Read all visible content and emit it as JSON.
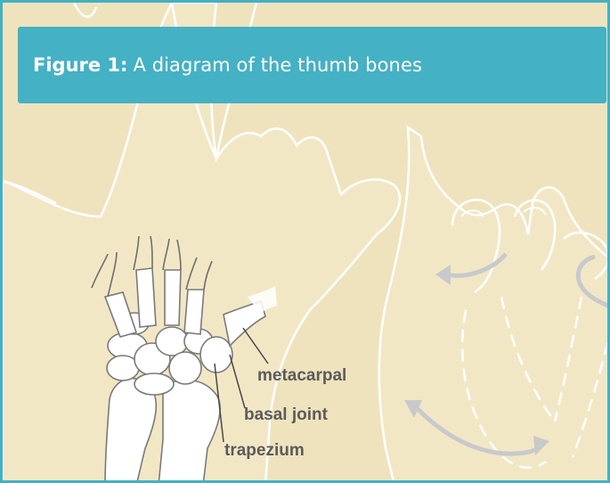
{
  "figure": {
    "prefix": "Figure 1:",
    "title": "A diagram of the thumb bones"
  },
  "labels": {
    "metacarpal": "metacarpal",
    "basal_joint": "basal joint",
    "trapezium": "trapezium"
  },
  "colors": {
    "border": "#44b0c3",
    "banner": "#45b1c4",
    "background": "#eadcaf",
    "hand_fill": "#f1e6c3",
    "bone_fill": "#ffffff",
    "bone_outline": "#7a7a7a",
    "arrow": "#c8c9cb",
    "label_text": "#5b5b5b"
  }
}
